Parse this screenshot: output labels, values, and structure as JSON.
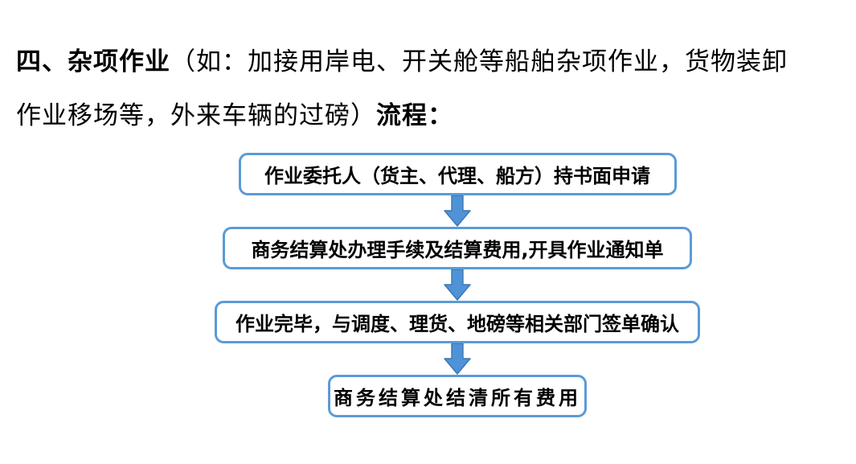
{
  "title": {
    "line1_bold": "四、杂项作业",
    "line1_regular": "（如：加接用岸电、开关舱等船舶杂项作业，货物装卸",
    "line2_regular": "作业移场等，外来车辆的过磅）",
    "line2_bold": "流程："
  },
  "flow": {
    "steps": [
      {
        "label": "作业委托人（货主、代理、船方）持书面申请"
      },
      {
        "label": "商务结算处办理手续及结算费用,开具作业通知单"
      },
      {
        "label": "作业完毕，与调度、理货、地磅等相关部门签单确认"
      },
      {
        "label": "商务结算处结清所有费用"
      }
    ],
    "arrow_icon": "down-block-arrow"
  },
  "colors": {
    "background": "#ffffff",
    "box_border": "#5b9bd5",
    "box_fill": "#ffffff",
    "arrow_fill": "#4f92d7",
    "arrow_stroke": "#3e76b0",
    "text": "#000000"
  }
}
